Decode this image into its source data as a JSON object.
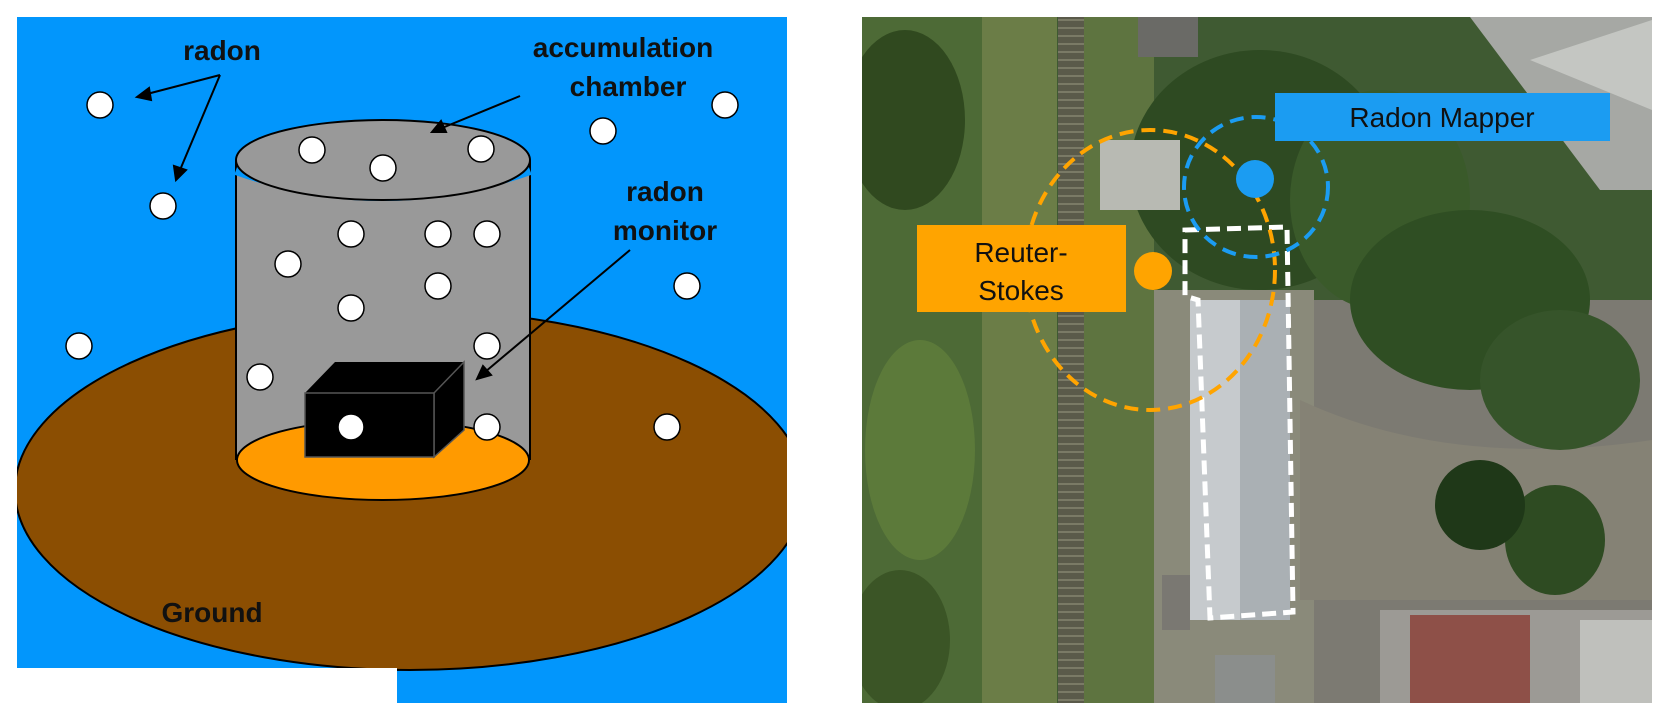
{
  "left_diagram": {
    "labels": {
      "radon": "radon",
      "chamber_line1": "accumulation",
      "chamber_line2": "chamber",
      "monitor_line1": "radon",
      "monitor_line2": "monitor",
      "ground": "Ground"
    },
    "colors": {
      "sky": "#0296fc",
      "ground": "#8b4e02",
      "chamber": "#999999",
      "chamber_floor": "#ff9a00",
      "monitor": "#000000",
      "radon_atom": "#ffffff"
    }
  },
  "right_map": {
    "labels": {
      "radon_mapper": "Radon Mapper",
      "reuter_stokes_line1": "Reuter-",
      "reuter_stokes_line2": "Stokes"
    },
    "colors": {
      "radon_mapper": "#1b9cf2",
      "reuter_stokes": "#ffa400",
      "building_outline": "#ffffff"
    }
  }
}
